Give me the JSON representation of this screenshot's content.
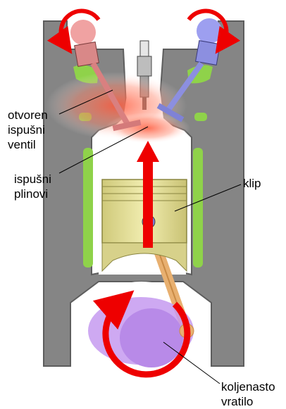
{
  "labels": {
    "exhaust_valve": "otvoren\nispušni\nventil",
    "exhaust_gas": "ispušni\nplinovi",
    "piston": "klip",
    "crankshaft": "koljenasto\nvratilo"
  },
  "colors": {
    "block": "#7f7f7f",
    "cooling": "#8fd24a",
    "piston": "#e8e39a",
    "exhaust_valve": "#e08080",
    "intake_valve": "#8c8fe0",
    "arrow": "#ee0000",
    "crank": "#b98be6",
    "rod": "#e8b070"
  }
}
